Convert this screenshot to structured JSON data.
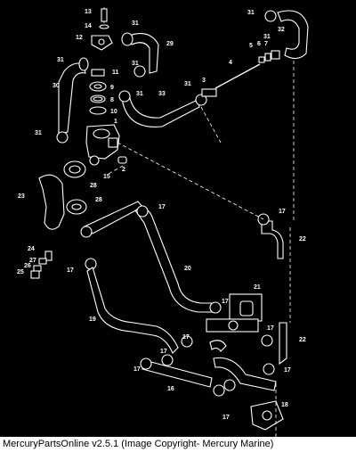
{
  "caption": "MercuryPartsOnline v2.5.1 (Image Copyright- Mercury Marine)",
  "callouts": {
    "c1": "1",
    "c2": "2",
    "c3": "3",
    "c4": "4",
    "c5": "5",
    "c6": "6",
    "c7": "7",
    "c8": "8",
    "c9": "9",
    "c10": "10",
    "c11": "11",
    "c12": "12",
    "c13": "13",
    "c14": "14",
    "c15": "15",
    "c16": "16",
    "c17": "17",
    "c18": "18",
    "c19": "19",
    "c20": "20",
    "c21": "21",
    "c22": "22",
    "c23": "23",
    "c24": "24",
    "c25": "25",
    "c26": "26",
    "c27": "27",
    "c28": "28",
    "c29": "29",
    "c30": "30",
    "c31": "31",
    "c32": "32",
    "c33": "33"
  }
}
